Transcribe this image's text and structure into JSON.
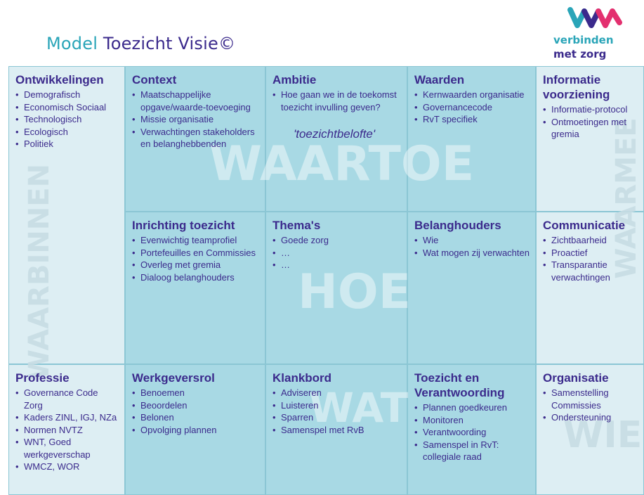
{
  "title": {
    "part1": "Model",
    "part2": "Toezicht Visie©"
  },
  "logo": {
    "line1": "verbinden",
    "line2": "met zorg"
  },
  "watermarks": {
    "waarbinnen": "WAARBINNEN",
    "waartoe": "WAARTOE",
    "hoe": "HOE",
    "wat": "WAT",
    "waarmee": "WAARMEE",
    "wie": "WIE"
  },
  "cells": {
    "ontwikkelingen": {
      "title": "Ontwikkelingen",
      "items": [
        "Demografisch",
        "Economisch Sociaal",
        "Technologisch",
        "Ecologisch",
        "Politiek"
      ]
    },
    "context": {
      "title": "Context",
      "items": [
        "Maatschappelijke opgave/waarde-toevoeging",
        "Missie organisatie",
        "Verwachtingen stakeholders en belanghebbenden"
      ]
    },
    "ambitie": {
      "title": "Ambitie",
      "items": [
        "Hoe gaan we in de toekomst toezicht invulling geven?"
      ],
      "tagline": "'toezichtbelofte'"
    },
    "waarden": {
      "title": "Waarden",
      "items": [
        "Kernwaarden organisatie",
        "Governancecode",
        "RvT specifiek"
      ]
    },
    "informatie": {
      "title": "Informatie voorziening",
      "items": [
        "Informatie-protocol",
        "Ontmoetingen met gremia"
      ]
    },
    "inrichting": {
      "title": "Inrichting toezicht",
      "items": [
        "Evenwichtig teamprofiel",
        "Portefeuilles en Commissies",
        "Overleg met gremia",
        "Dialoog belanghouders"
      ]
    },
    "themas": {
      "title": "Thema's",
      "items": [
        "Goede zorg",
        "…",
        "…"
      ]
    },
    "belanghouders": {
      "title": "Belanghouders",
      "items": [
        "Wie",
        "Wat mogen zij verwachten"
      ]
    },
    "communicatie": {
      "title": "Communicatie",
      "items": [
        "Zichtbaarheid",
        "Proactief",
        "Transparantie verwachtingen"
      ]
    },
    "professie": {
      "title": "Professie",
      "items": [
        "Governance Code Zorg",
        "Kaders ZINL, IGJ, NZa",
        "Normen NVTZ",
        "WNT, Goed werkgeverschap",
        "WMCZ, WOR"
      ]
    },
    "werkgeversrol": {
      "title": "Werkgeversrol",
      "items": [
        "Benoemen",
        "Beoordelen",
        "Belonen",
        "Opvolging plannen"
      ]
    },
    "klankbord": {
      "title": "Klankbord",
      "items": [
        "Adviseren",
        "Luisteren",
        "Sparren",
        "Samenspel met RvB"
      ]
    },
    "toezicht": {
      "title": "Toezicht en Verantwoording",
      "items": [
        "Plannen goedkeuren",
        "Monitoren",
        "Verantwoording",
        "Samenspel in RvT: collegiale raad"
      ]
    },
    "organisatie": {
      "title": "Organisatie",
      "items": [
        "Samenstelling Commissies",
        "Ondersteuning"
      ]
    }
  },
  "colors": {
    "cell_light": "#ddeef3",
    "cell_dark": "#a8d9e4",
    "heading": "#3b2a8c",
    "accent": "#2aa5b8"
  }
}
